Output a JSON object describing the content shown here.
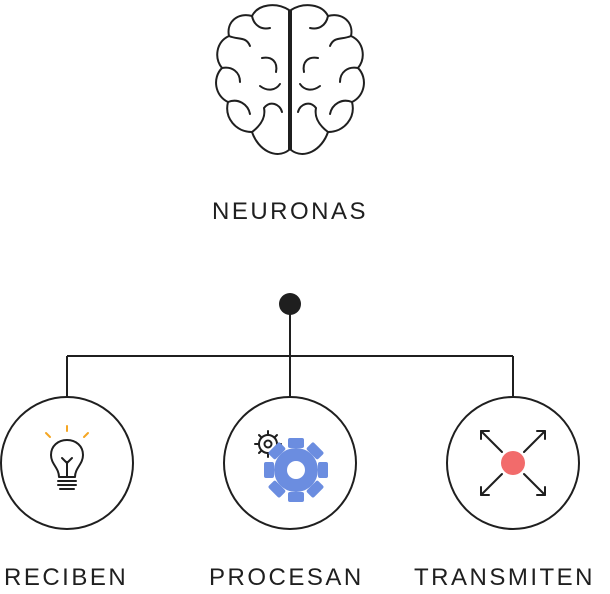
{
  "title": "NEURONAS",
  "branches": [
    {
      "label": "RECIBEN",
      "icon": "lightbulb-icon"
    },
    {
      "label": "PROCESAN",
      "icon": "gears-icon"
    },
    {
      "label": "TRANSMITEN",
      "icon": "transmit-arrows-icon"
    }
  ],
  "colors": {
    "line": "#1f1f1f",
    "bulb_rays": "#f5a623",
    "gear": "#6b8de0",
    "transmit_dot": "#f26b6b"
  }
}
